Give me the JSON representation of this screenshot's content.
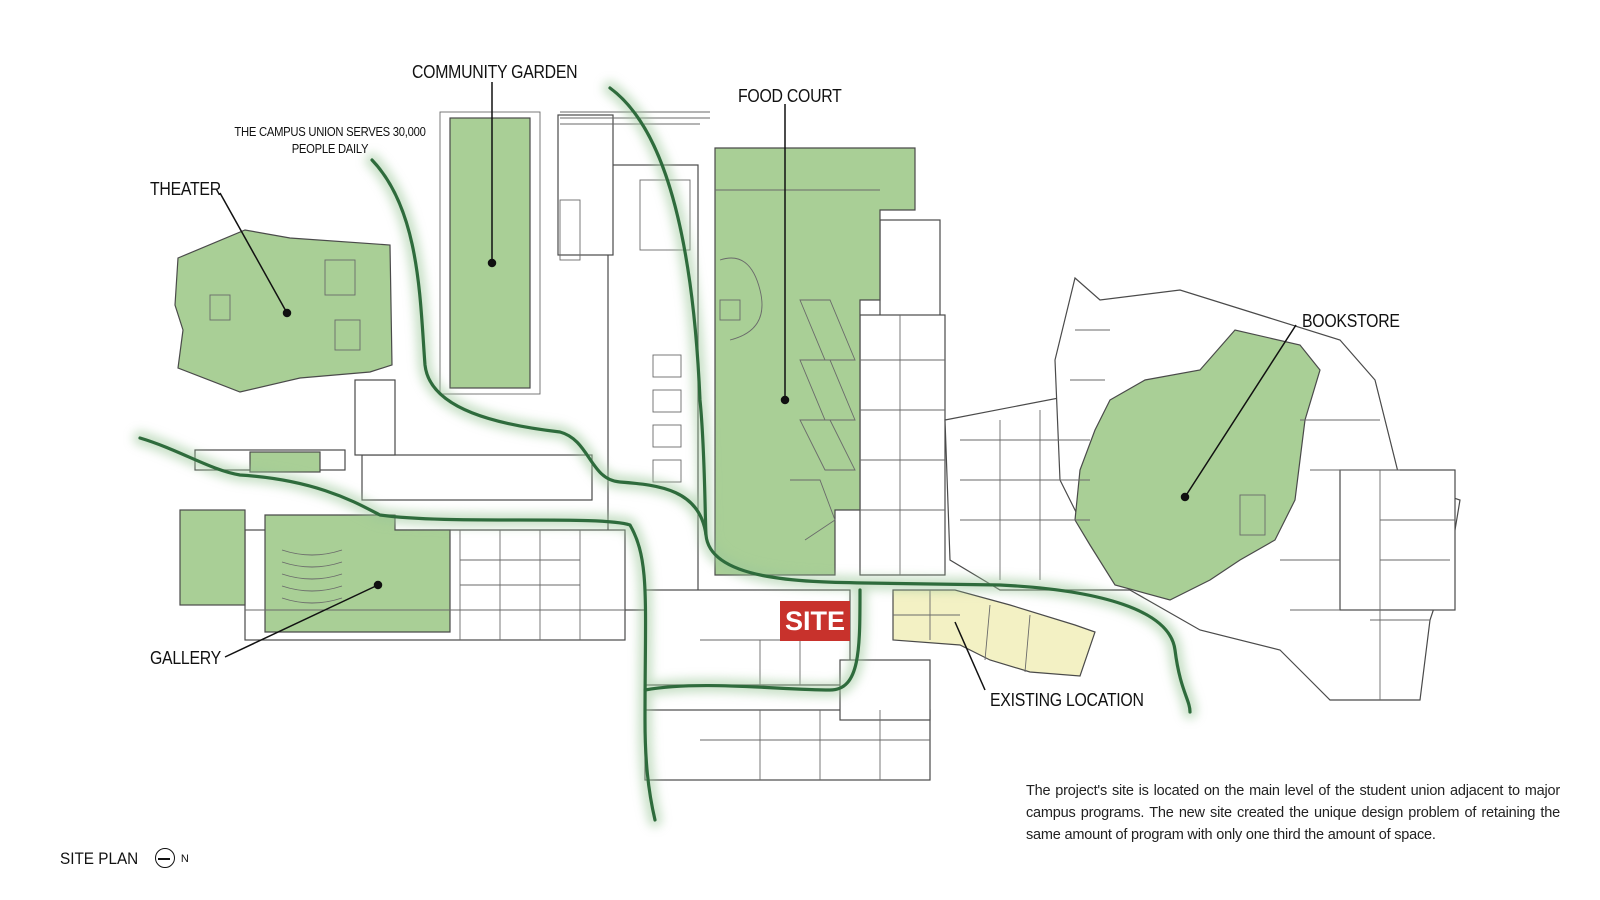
{
  "labels": {
    "community_garden": "COMMUNITY GARDEN",
    "food_court": "FOOD COURT",
    "theater": "THEATER",
    "bookstore": "BOOKSTORE",
    "gallery": "GALLERY",
    "existing_location": "EXISTING LOCATION",
    "site": "SITE",
    "campus_note_line1": "THE CAMPUS UNION SERVES 30,000",
    "campus_note_line2": "PEOPLE DAILY"
  },
  "description": "The project's site is located on the main level of the student union adjacent to major campus programs. The new site created the unique design problem of retaining the same amount of program with only one third the amount of space.",
  "legend": {
    "title": "SITE PLAN",
    "north_letter": "N",
    "north_icon": "north-arrow-icon"
  },
  "colors": {
    "program_green": "#a9cf96",
    "path_green": "#2e6b3c",
    "site_red": "#c8322c",
    "existing_yellow": "#f3f1c4",
    "line": "#555555"
  }
}
